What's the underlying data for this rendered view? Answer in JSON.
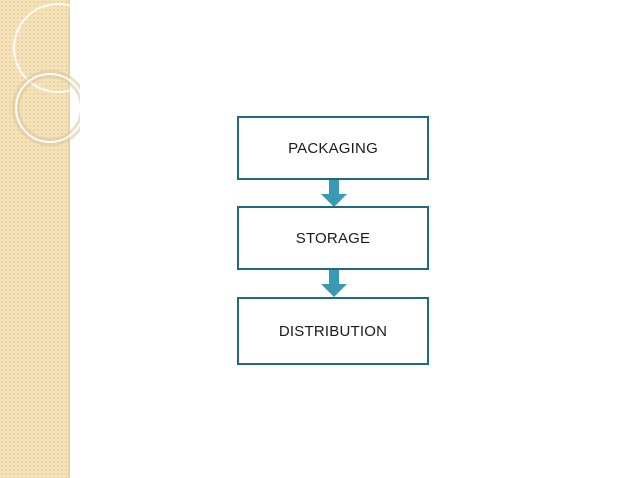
{
  "flow": {
    "steps": [
      {
        "label": "PACKAGING"
      },
      {
        "label": "STORAGE"
      },
      {
        "label": "DISTRIBUTION"
      }
    ],
    "box_border_color": "#1f6b7c",
    "arrow_color": "#3a9ab3"
  },
  "theme": {
    "strip_color": "#f5e2b8"
  }
}
